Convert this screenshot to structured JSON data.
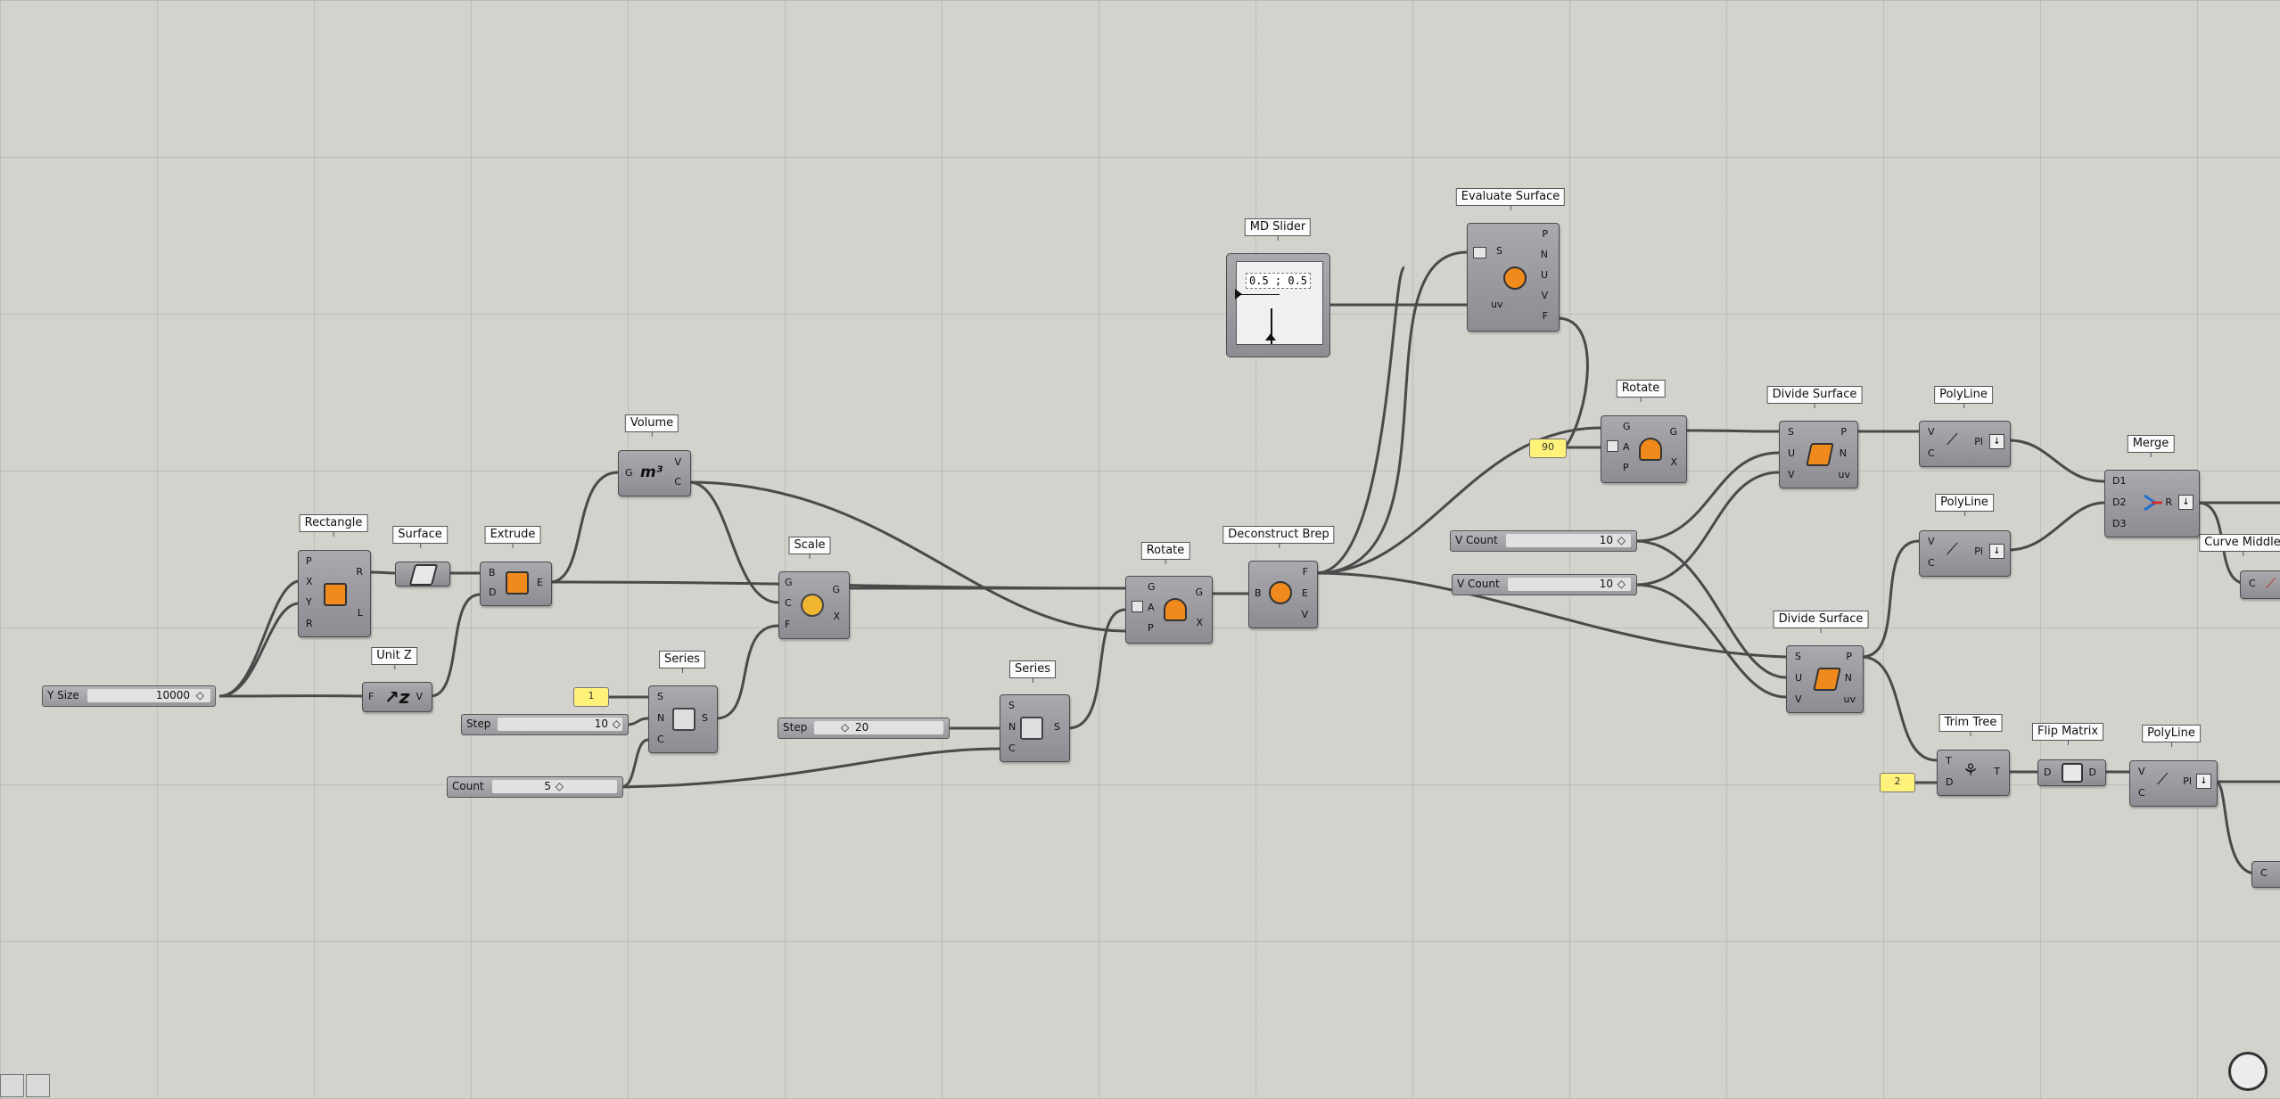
{
  "canvas": {
    "background": "#d4d2cc"
  },
  "labels": {
    "rectangle": "Rectangle",
    "surface": "Surface",
    "extrude": "Extrude",
    "volume": "Volume",
    "unit_z": "Unit Z",
    "series1": "Series",
    "scale": "Scale",
    "series2": "Series",
    "rotate1": "Rotate",
    "deconstruct_brep": "Deconstruct Brep",
    "md_slider": "MD Slider",
    "evaluate_surface": "Evaluate Surface",
    "rotate2": "Rotate",
    "divide_surface1": "Divide Surface",
    "polyline1": "PolyLine",
    "polyline2": "PolyLine",
    "merge": "Merge",
    "curve_middle": "Curve Middle",
    "divide_surface2": "Divide Surface",
    "trim_tree": "Trim Tree",
    "flip_matrix": "Flip Matrix",
    "polyline3": "PolyLine"
  },
  "sliders": {
    "y_size": {
      "name": "Y Size",
      "value": "10000"
    },
    "step1": {
      "name": "Step",
      "value": "10"
    },
    "count": {
      "name": "Count",
      "value": "5"
    },
    "step2": {
      "name": "Step",
      "value": "20"
    },
    "v_count1": {
      "name": "V Count",
      "value": "10"
    },
    "v_count2": {
      "name": "V Count",
      "value": "10"
    }
  },
  "panels": {
    "one": "1",
    "ninety": "90",
    "two": "2"
  },
  "md_slider_value": "0.5 ; 0.5",
  "ports": {
    "rectangle_in": [
      "P",
      "X",
      "Y",
      "R"
    ],
    "rectangle_out": [
      "R",
      "L"
    ],
    "extrude_in": [
      "B",
      "D"
    ],
    "extrude_out": [
      "E"
    ],
    "volume_in": [
      "G"
    ],
    "volume_out": [
      "V",
      "C"
    ],
    "unitz_in": [
      "F"
    ],
    "unitz_out": [
      "V"
    ],
    "series_in": [
      "S",
      "N",
      "C"
    ],
    "series_out": [
      "S"
    ],
    "scale_in": [
      "G",
      "C",
      "F"
    ],
    "scale_out": [
      "G",
      "X"
    ],
    "rotate_in": [
      "G",
      "A",
      "P"
    ],
    "rotate_out": [
      "G",
      "X"
    ],
    "debrep_in": [
      "B"
    ],
    "debrep_out": [
      "F",
      "E",
      "V"
    ],
    "evalsrf_in": [
      "S",
      "uv"
    ],
    "evalsrf_out": [
      "P",
      "N",
      "U",
      "V",
      "F"
    ],
    "divsrf_in": [
      "S",
      "U",
      "V"
    ],
    "divsrf_out": [
      "P",
      "N",
      "uv"
    ],
    "polyline_in": [
      "V",
      "C"
    ],
    "polyline_out": [
      "Pl"
    ],
    "merge_in": [
      "D1",
      "D2",
      "D3"
    ],
    "merge_out": [
      "R"
    ],
    "curvemid_in": [
      "C"
    ],
    "trimtree_in": [
      "T",
      "D"
    ],
    "trimtree_out": [
      "T"
    ],
    "flip_in": [
      "D"
    ],
    "flip_out": [
      "D"
    ],
    "partial_in": [
      "C"
    ]
  },
  "icons": {
    "rectangle": "rectangle-icon",
    "surface": "surface-icon",
    "extrude": "extrude-icon",
    "volume": "volume-icon",
    "unit_z": "unit-z-icon",
    "series": "series-icon",
    "scale": "scale-icon",
    "rotate": "rotate-icon",
    "deconstruct_brep": "deconstruct-brep-icon",
    "evaluate_surface": "evaluate-surface-icon",
    "divide_surface": "divide-surface-icon",
    "polyline": "polyline-icon",
    "merge": "merge-icon",
    "trim_tree": "trim-tree-icon",
    "flip_matrix": "flip-matrix-icon"
  },
  "colors": {
    "wire": "#4a4a4a",
    "panel": "#fff27a",
    "component": "#9b9ba0"
  }
}
